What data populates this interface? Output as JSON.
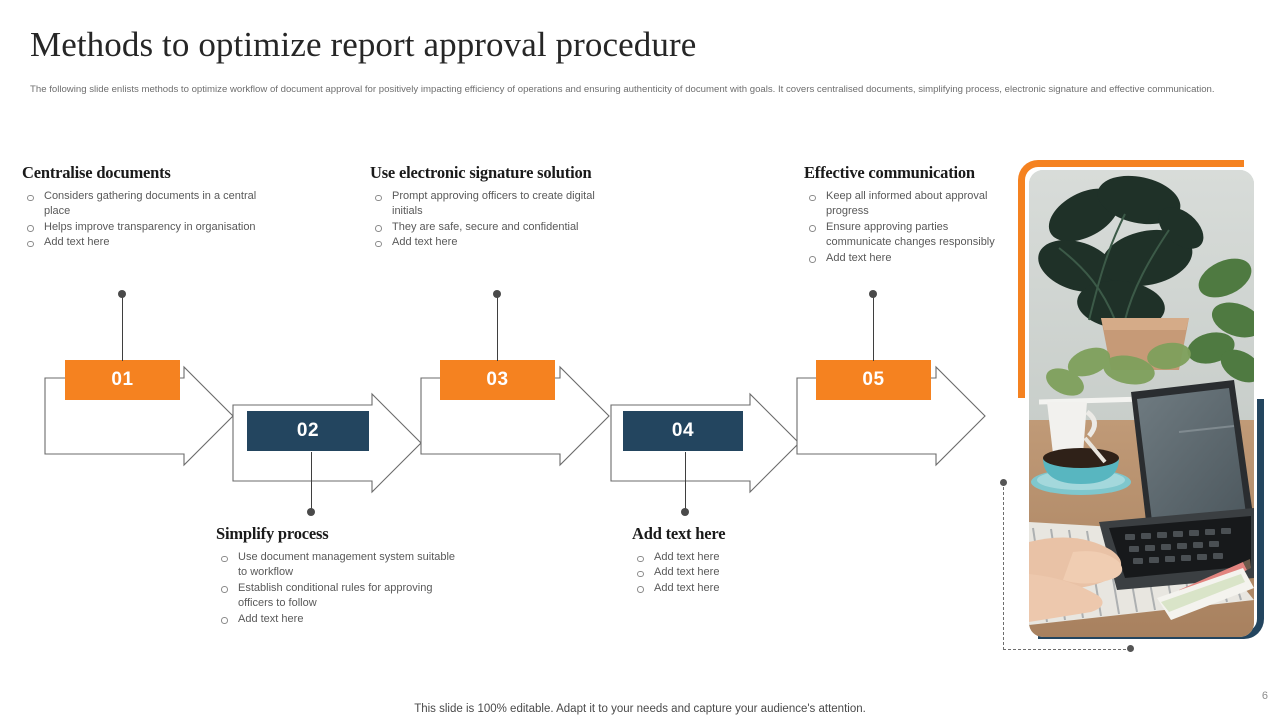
{
  "header": {
    "title": "Methods to optimize report approval procedure",
    "subtitle": "The following slide enlists methods to optimize workflow of document approval for positively impacting efficiency of operations and ensuring authenticity of document with goals. It covers centralised documents, simplifying process, electronic signature and effective communication."
  },
  "colors": {
    "orange": "#f58220",
    "navy": "#23455f",
    "title": "#262626",
    "body": "#595959"
  },
  "steps": [
    {
      "number": "01",
      "style": "orange",
      "position": "top",
      "heading": "Centralise documents",
      "bullets": [
        "Considers gathering documents in a central place",
        "Helps improve transparency in organisation",
        "Add text here"
      ]
    },
    {
      "number": "02",
      "style": "navy",
      "position": "bottom",
      "heading": "Simplify process",
      "bullets": [
        "Use document management system suitable to workflow",
        "Establish conditional rules for approving officers to follow",
        "Add text here"
      ]
    },
    {
      "number": "03",
      "style": "orange",
      "position": "top",
      "heading": "Use electronic signature solution",
      "bullets": [
        "Prompt approving officers to create digital initials",
        "They are safe, secure and confidential",
        "Add text here"
      ]
    },
    {
      "number": "04",
      "style": "navy",
      "position": "bottom",
      "heading": "Add text here",
      "bullets": [
        "Add text here",
        "Add text here",
        "Add text here"
      ]
    },
    {
      "number": "05",
      "style": "orange",
      "position": "top",
      "heading": "Effective communication",
      "bullets": [
        "Keep all informed about approval progress",
        "Ensure approving parties communicate changes responsibly",
        "Add text here"
      ]
    }
  ],
  "image_panel": {
    "alt": "person typing on laptop at desk with coffee cup and plants"
  },
  "footer": {
    "note": "This slide is 100% editable. Adapt it to your needs and capture your audience's attention.",
    "page_number": "6"
  }
}
